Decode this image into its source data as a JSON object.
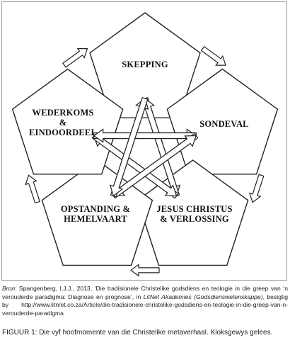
{
  "nodes": {
    "skepping": {
      "lines": [
        "SKEPPING"
      ]
    },
    "sondeval": {
      "lines": [
        "SONDEVAL"
      ]
    },
    "jesus": {
      "lines": [
        "JESUS CHRISTUS",
        "& VERLOSSING"
      ]
    },
    "opstanding": {
      "lines": [
        "OPSTANDING &",
        "HEMELVAART"
      ]
    },
    "wederkoms": {
      "lines": [
        "WEDERKOMS",
        "&",
        "EINDOORDEEL"
      ]
    }
  },
  "source": {
    "bron_label": "Bron",
    "part1": ": Spangenberg, I.J.J., 2013, ‘Die tradisionele Christelike godsdiens en teologie in die greep van ‘n verouderde paradigma: Diagnose en prognose’, in ",
    "journal": "LitNet Akademies (Godsdienswetenskappe)",
    "part2": ", besigtig by http://www.litn/et.co.za/Article/die-tradisionele-christelike-godsdiens-en-teologie-in-die-greep-van-n-verouderde-paradigma"
  },
  "caption": {
    "label": "FIGUUR 1:",
    "text": " Die vyf hoofmomente van die Christelike metaverhaal. Kloksgewys gelees."
  }
}
